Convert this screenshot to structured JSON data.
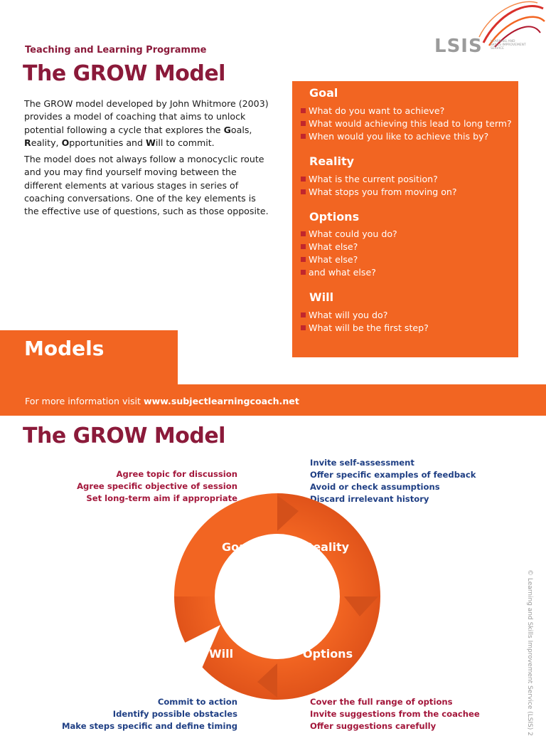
{
  "header": {
    "programme": "Teaching and Learning Programme",
    "title": "The GROW Model"
  },
  "logo": {
    "text": "LSIS",
    "subtitle": "Learning and Skills Improvement Service"
  },
  "intro": {
    "p1_text": "The GROW model developed by John Whitmore (2003) provides a model of coaching that aims to unlock potential following a cycle that explores the",
    "p1_g": "G",
    "p1_g_rest": "oals, ",
    "p1_r": "R",
    "p1_r_rest": "eality, ",
    "p1_o": "O",
    "p1_o_rest": "pportunities and ",
    "p1_w": "W",
    "p1_w_rest": "ill to commit.",
    "p2": "The model does not always follow a monocyclic route and you may find yourself moving between the different elements at various stages in series of coaching conversations. One of the key elements is the effective use of questions, such as those opposite."
  },
  "questions": {
    "goal": {
      "heading": "Goal",
      "items": [
        "What do you want to achieve?",
        "What would achieving this lead to long term?",
        "When would you like to achieve this by?"
      ]
    },
    "reality": {
      "heading": "Reality",
      "items": [
        "What is the current position?",
        "What stops you from moving on?"
      ]
    },
    "options": {
      "heading": "Options",
      "items": [
        "What could you do?",
        "What else?",
        "What else?",
        "and what else?"
      ]
    },
    "will": {
      "heading": "Will",
      "items": [
        "What will you do?",
        "What will be the first step?"
      ]
    }
  },
  "banner": {
    "models": "Models",
    "info_prefix": "For more information visit ",
    "info_url": "www.subjectlearningcoach.net"
  },
  "diagram": {
    "title": "The GROW Model",
    "goal_label": "Goal",
    "reality_label": "Reality",
    "options_label": "Options",
    "will_label": "Will",
    "goal_notes": [
      "Agree topic for discussion",
      "Agree specific objective of session",
      "Set long-term aim if appropriate"
    ],
    "reality_notes": [
      "Invite self-assessment",
      "Offer specific examples of feedback",
      "Avoid or check assumptions",
      "Discard irrelevant history"
    ],
    "will_notes": [
      "Commit to action",
      "Identify possible obstacles",
      "Make steps specific and define timing"
    ],
    "options_notes": [
      "Cover the full range of options",
      "Invite suggestions from the coachee",
      "Offer suggestions carefully"
    ]
  },
  "colors": {
    "orange": "#f26522",
    "maroon": "#8b1a3a",
    "navy": "#1f3f84"
  },
  "copyright": "© Learning and Skills Improvement Service (LSIS) 2"
}
